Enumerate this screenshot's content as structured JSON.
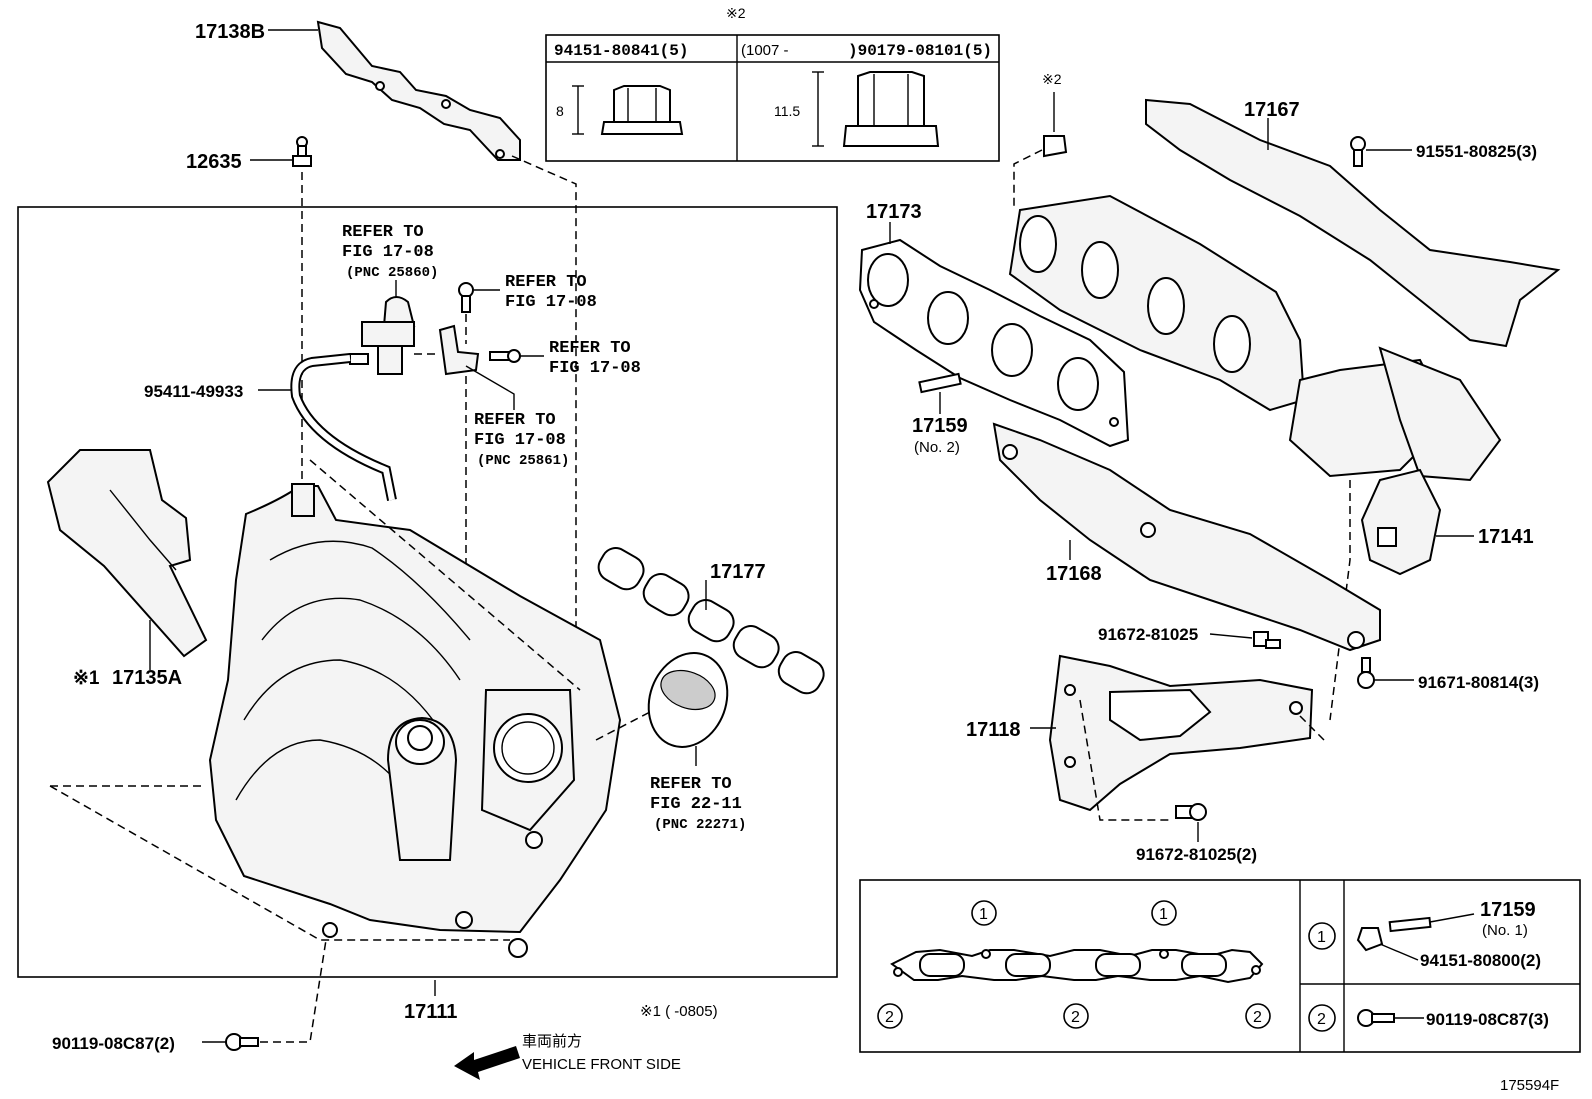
{
  "drawing_id": "175594F",
  "note_ref2": "※2",
  "note1_label": "※1 (     -0805)",
  "direction": {
    "jp": "車両前方",
    "en": "VEHICLE FRONT SIDE"
  },
  "nut_table": {
    "col1": "94151-80841(5)",
    "col2_prefix": "(1007 -",
    "col2": ")90179-08101(5)",
    "dim1": "8",
    "dim2": "11.5"
  },
  "gasket_table": {
    "row1_parts": "17159",
    "row1_parts_sub": "(No. 1)",
    "row1_bolt": "94151-80800(2)",
    "row2_bolt": "90119-08C87(3)",
    "c1": "1",
    "c2": "2"
  },
  "labels": {
    "p17138b": "17138B",
    "p12635": "12635",
    "p95411": "95411-49933",
    "p17135a_prefix": "※1",
    "p17135a": "17135A",
    "p17111": "17111",
    "p90119": "90119-08C87(2)",
    "p17177": "17177",
    "p17173": "17173",
    "p17159": "17159",
    "p17159_sub": "(No. 2)",
    "p17167": "17167",
    "p91551": "91551-80825(3)",
    "p17141": "17141",
    "p17168": "17168",
    "p91672a": "91672-81025",
    "p91671": "91671-80814(3)",
    "p17118": "17118",
    "p91672b": "91672-81025(2)",
    "note2_small": "※2"
  },
  "refs": {
    "r1a": "REFER TO",
    "r1b": "FIG 17-08",
    "r1c": "(PNC 25860)",
    "r2a": "REFER TO",
    "r2b": "FIG 17-08",
    "r3a": "REFER TO",
    "r3b": "FIG 17-08",
    "r4a": "REFER TO",
    "r4b": "FIG 17-08",
    "r4c": "(PNC 25861)",
    "r5a": "REFER TO",
    "r5b": "FIG 22-11",
    "r5c": "(PNC 22271)"
  }
}
